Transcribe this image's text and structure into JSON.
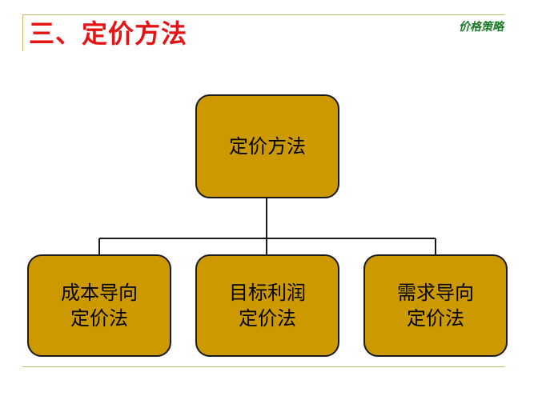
{
  "slide": {
    "title": "三、定价方法",
    "header_tag": "价格策略"
  },
  "diagram": {
    "root": {
      "label": "定价方法"
    },
    "children": [
      {
        "line1": "成本导向",
        "line2": "定价法"
      },
      {
        "line1": "目标利润",
        "line2": "定价法"
      },
      {
        "line1": "需求导向",
        "line2": "定价法"
      }
    ]
  },
  "colors": {
    "title": "#e41414",
    "header_tag": "#1a7a26",
    "node_fill": "#cc9900",
    "node_border": "#1a1a1a",
    "accent_line": "#c8b86a"
  }
}
